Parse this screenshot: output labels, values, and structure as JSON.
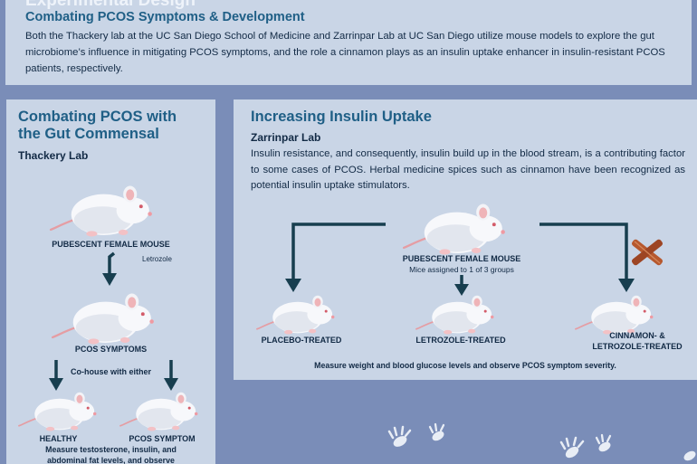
{
  "header": {
    "cut_title": "Experimental Design",
    "subtitle": "Combating PCOS Symptoms & Development",
    "intro": "Both the Thackery lab at the UC San Diego School of Medicine and Zarrinpar Lab at UC San Diego utilize mouse models to explore the gut microbiome’s influence in mitigating PCOS symptoms, and the role a cinnamon plays as an insulin uptake enhancer in insulin-resistant PCOS patients, respectively."
  },
  "left_panel": {
    "title_line1": "Combating PCOS with",
    "title_line2": "the Gut Commensal",
    "lab": "Thackery Lab",
    "step1": "PUBESCENT FEMALE MOUSE",
    "treatment": "Letrozole",
    "step2": "PCOS SYMPTOMS",
    "cohouse": "Co-house with either",
    "option_a": "HEALTHY",
    "option_b": "PCOS SYMPTOM",
    "measure_line1": "Measure testosterone, insulin, and",
    "measure_line2": "abdominal fat levels, and observe"
  },
  "right_panel": {
    "title": "Increasing Insulin Uptake",
    "lab": "Zarrinpar Lab",
    "paragraph": "Insulin resistance, and consequently, insulin build up in the blood stream, is a contributing factor to some cases of PCOS. Herbal medicine spices such as cinnamon have been recognized as potential insulin uptake stimulators.",
    "start": "PUBESCENT FEMALE MOUSE",
    "assign": "Mice assigned to 1 of 3 groups",
    "group1": "PLACEBO-TREATED",
    "group2": "LETROZOLE-TREATED",
    "group3_line1": "CINNAMON- &",
    "group3_line2": "LETROZOLE-TREATED",
    "measure": "Measure weight and blood glucose levels and observe PCOS symptom severity."
  },
  "icons": {
    "mouse": "white-mouse-icon",
    "cinnamon": "cinnamon-sticks-icon",
    "footprints": "mouse-footprints-icon"
  },
  "colors": {
    "background": "#7a8db8",
    "panel": "#c9d5e6",
    "heading": "#1f5f86",
    "arrow": "#173e4f",
    "text": "#122a45"
  }
}
